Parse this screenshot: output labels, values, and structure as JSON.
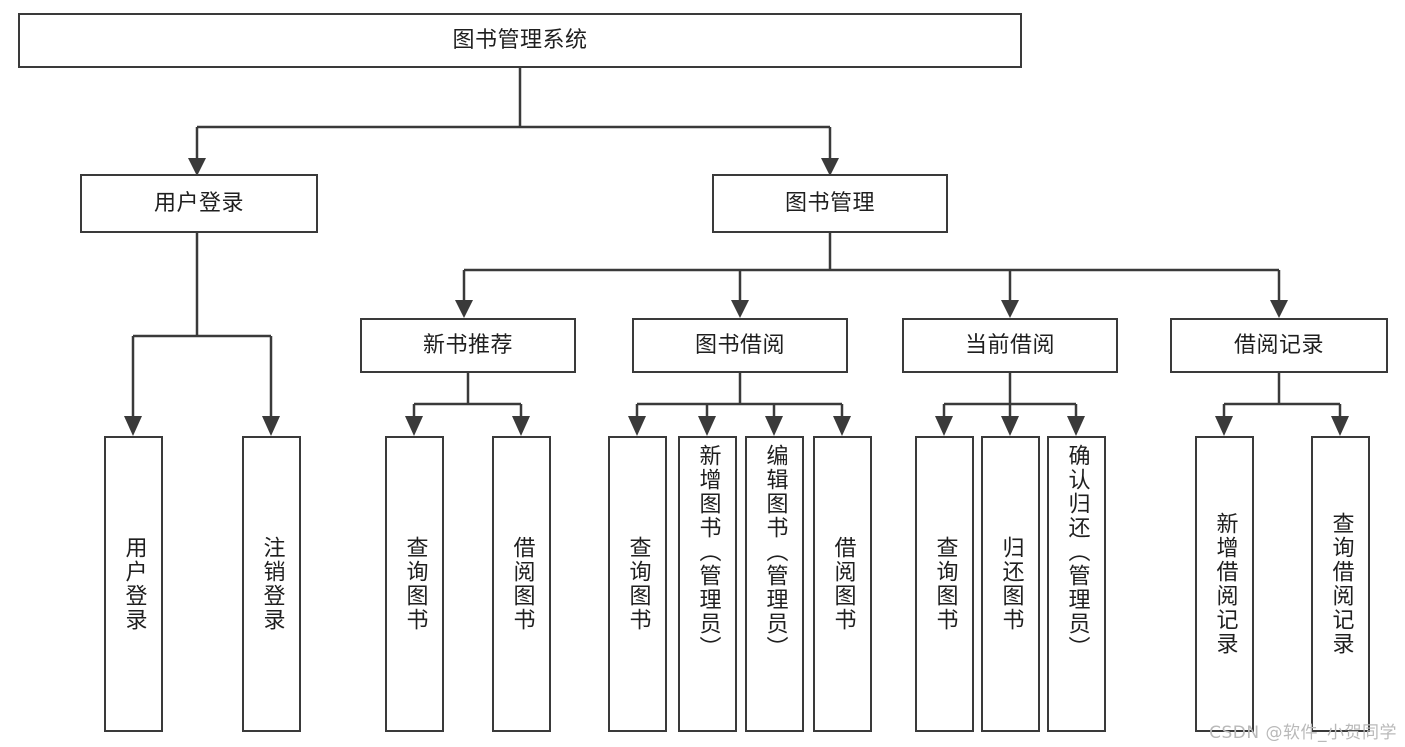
{
  "diagram": {
    "title": "图书管理系统",
    "type": "hierarchy-tree",
    "watermark": "CSDN @软件_小贺同学"
  },
  "nodes": {
    "root": {
      "label": "图书管理系统"
    },
    "level2": [
      {
        "id": "user-login",
        "label": "用户登录"
      },
      {
        "id": "book-manage",
        "label": "图书管理"
      }
    ],
    "level3": [
      {
        "id": "new-book-recommend",
        "label": "新书推荐"
      },
      {
        "id": "book-borrow",
        "label": "图书借阅"
      },
      {
        "id": "current-borrow",
        "label": "当前借阅"
      },
      {
        "id": "borrow-record",
        "label": "借阅记录"
      }
    ],
    "leaves": {
      "user_login": [
        {
          "id": "leaf-user-login",
          "label": "用户登录"
        },
        {
          "id": "leaf-logout",
          "label": "注销登录"
        }
      ],
      "new_book_recommend": [
        {
          "id": "leaf-query-book-1",
          "label": "查询图书"
        },
        {
          "id": "leaf-borrow-book-1",
          "label": "借阅图书"
        }
      ],
      "book_borrow": [
        {
          "id": "leaf-query-book-2",
          "label": "查询图书"
        },
        {
          "id": "leaf-add-book",
          "label": "新增图书（管理员）"
        },
        {
          "id": "leaf-edit-book",
          "label": "编辑图书（管理员）"
        },
        {
          "id": "leaf-borrow-book-2",
          "label": "借阅图书"
        }
      ],
      "current_borrow": [
        {
          "id": "leaf-query-book-3",
          "label": "查询图书"
        },
        {
          "id": "leaf-return-book",
          "label": "归还图书"
        },
        {
          "id": "leaf-confirm-return",
          "label": "确认归还（管理员）"
        }
      ],
      "borrow_record": [
        {
          "id": "leaf-add-record",
          "label": "新增借阅记录"
        },
        {
          "id": "leaf-query-record",
          "label": "查询借阅记录"
        }
      ]
    }
  },
  "colors": {
    "stroke": "#3a3a3a",
    "text": "#1f1f1f",
    "background": "#ffffff",
    "watermark": "#b9b9b9"
  }
}
